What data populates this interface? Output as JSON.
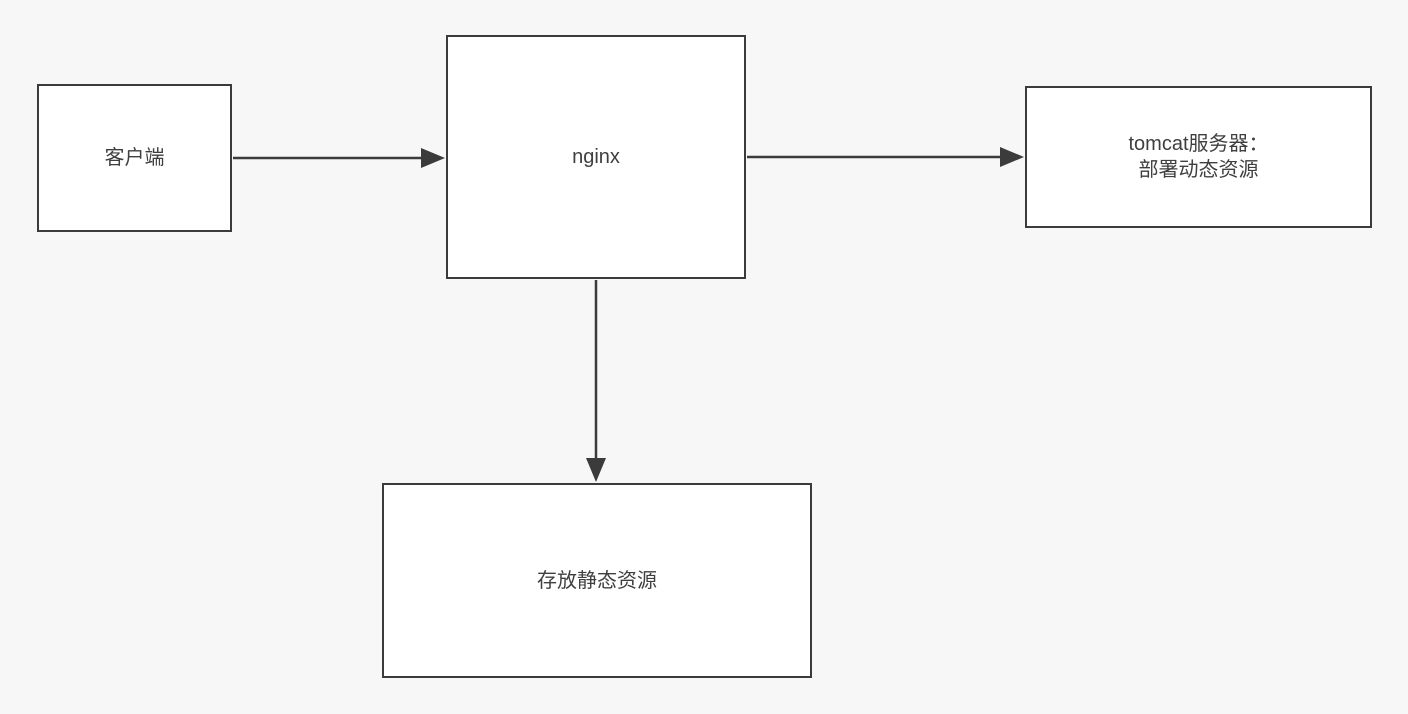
{
  "colors": {
    "bg": "#f7f7f8",
    "node_fill": "#ffffff",
    "stroke": "#3b3b3b",
    "text": "#3f3f3f"
  },
  "diagram": {
    "nodes": [
      {
        "id": "client",
        "label": "客户端"
      },
      {
        "id": "nginx",
        "label": "nginx"
      },
      {
        "id": "tomcat",
        "label_line1": "tomcat服务器：",
        "label_line2": "部署动态资源"
      },
      {
        "id": "static-resources",
        "label": "存放静态资源"
      }
    ],
    "edges": [
      {
        "from": "client",
        "to": "nginx"
      },
      {
        "from": "nginx",
        "to": "tomcat"
      },
      {
        "from": "nginx",
        "to": "static-resources"
      }
    ]
  }
}
